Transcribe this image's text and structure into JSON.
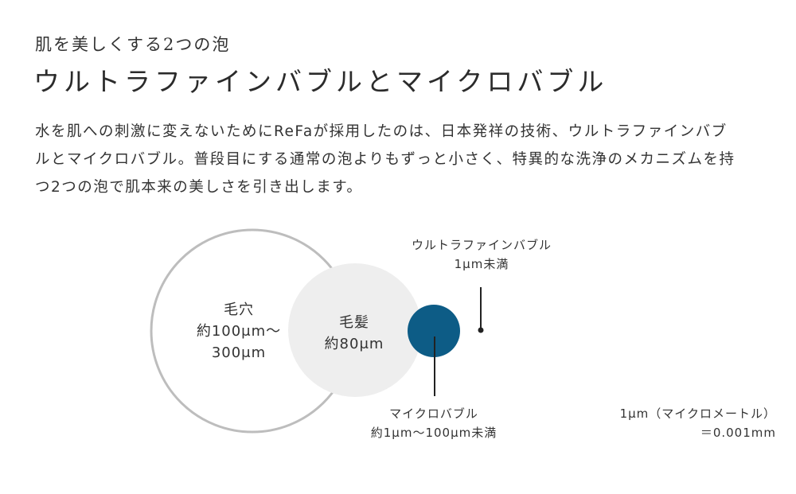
{
  "header": {
    "subtitle": "肌を美しくする2つの泡",
    "title": "ウルトラファインバブルとマイクロバブル"
  },
  "body": {
    "lines": [
      "水を肌への刺激に変えないためにReFaが採用したのは、日本発祥の技術、ウルトラファインバブ",
      "ルとマイクロバブル。普段目にする通常の泡よりもずっと小さく、特異的な洗浄のメカニズムを持",
      "つ2つの泡で肌本来の美しさを引き出します。"
    ]
  },
  "diagram": {
    "colors": {
      "pore_outline": "#bdbdbd",
      "hair_fill": "#eeeeee",
      "microbubble_fill": "#0d5c86",
      "leader_line": "#222222"
    },
    "pore": {
      "name": "毛穴",
      "size_lines": [
        "約100μm〜",
        "300μm"
      ]
    },
    "hair": {
      "name": "毛髪",
      "size": "約80μm"
    },
    "ultrafine_bubble": {
      "name": "ウルトラファインバブル",
      "size": "1μm未満"
    },
    "micro_bubble": {
      "name": "マイクロバブル",
      "size": "約1μm〜100μm未満"
    },
    "unit_note": {
      "line1": "1μm（マイクロメートル）",
      "line2": "＝0.001mm"
    }
  }
}
